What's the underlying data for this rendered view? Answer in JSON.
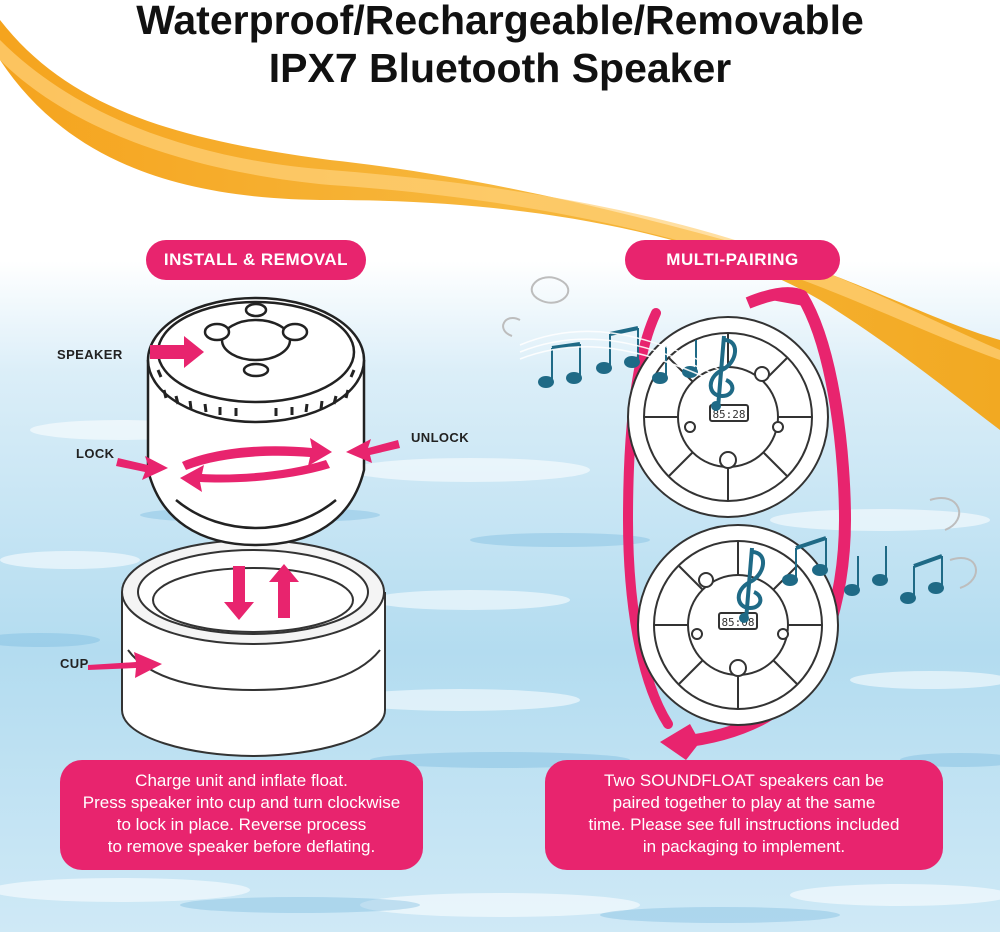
{
  "title": {
    "line1": "Waterproof/Rechargeable/Removable",
    "line2": "IPX7 Bluetooth Speaker"
  },
  "sections": {
    "install": {
      "heading": "INSTALL & REMOVAL",
      "labels": {
        "speaker": "SPEAKER",
        "lock": "LOCK",
        "unlock": "UNLOCK",
        "cup": "CUP"
      },
      "caption": [
        "Charge unit and inflate float.",
        "Press speaker into cup and turn clockwise",
        "to lock in place. Reverse process",
        "to remove speaker before deflating."
      ]
    },
    "multi": {
      "heading": "MULTI-PAIRING",
      "caption": [
        "Two SOUNDFLOAT speakers can be",
        "paired together to play at the same",
        "time. Please see full instructions included",
        "in packaging to implement."
      ]
    }
  },
  "display": {
    "top": "85:28",
    "bottom": "85:08"
  },
  "colors": {
    "accent": "#e8246e",
    "orange": "#f2a922",
    "water": "#8fc7e6"
  },
  "icons": [
    "arrow-icon",
    "music-note-icon",
    "treble-clef-icon",
    "speaker-icon",
    "cup-icon"
  ]
}
